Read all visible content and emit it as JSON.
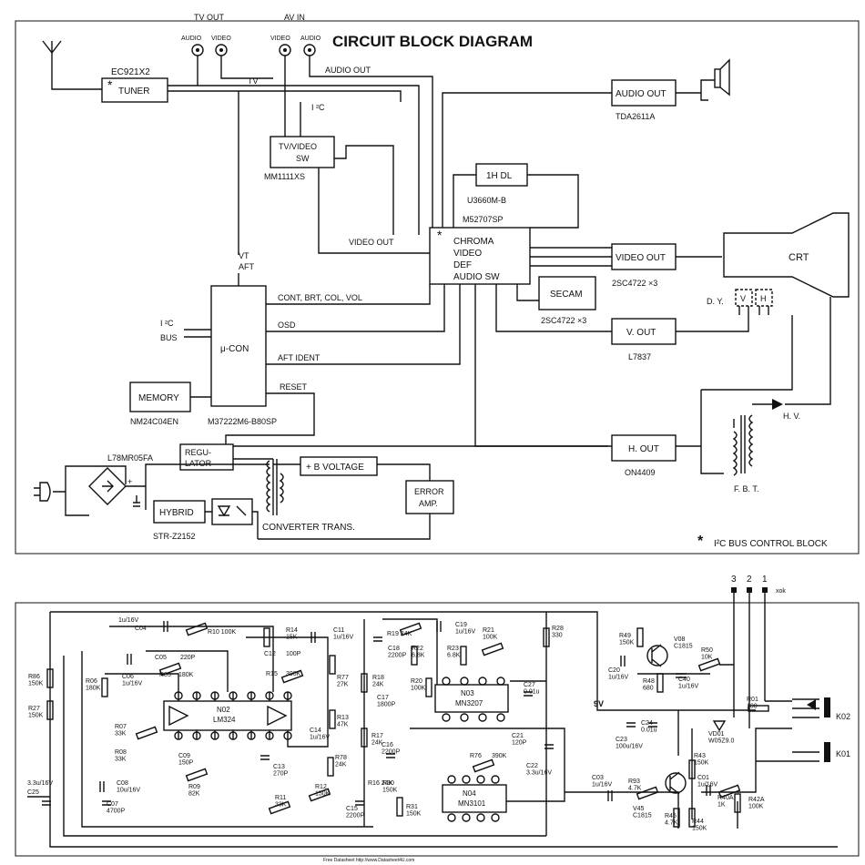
{
  "title": "CIRCUIT BLOCK DIAGRAM",
  "footnote": "I²C BUS CONTROL BLOCK",
  "footnote_star": "*",
  "watermark": "Free Datasheet http://www.Datasheet4U.com",
  "top_labels": {
    "tv_out": "TV OUT",
    "av_in": "AV IN",
    "audio1": "AUDIO",
    "video1": "VIDEO",
    "video2": "VIDEO",
    "audio2": "AUDIO",
    "audio_out_line": "AUDIO OUT",
    "tv_line": "TV",
    "i2c": "I ²C",
    "video_out_line": "VIDEO OUT",
    "vt_aft": "VT\nAFT",
    "cont": "CONT, BRT, COL, VOL",
    "osd": "OSD",
    "aft_ident": "AFT IDENT",
    "reset": "RESET",
    "i2c_bus": "I ²C\nBUS",
    "plus_b": "+ B VOLTAGE",
    "converter": "CONVERTER TRANS.",
    "dy": "D. Y.",
    "fbt": "F. B. T.",
    "hv": "H. V.",
    "v": "V",
    "h": "H"
  },
  "blocks": {
    "tuner": {
      "label": "TUNER",
      "part": "EC921X2",
      "star": "*"
    },
    "tvsw": {
      "label": "TV/VIDEO\nSW",
      "part": "MM1111XS"
    },
    "audioout": {
      "label": "AUDIO OUT",
      "part": "TDA2611A"
    },
    "hdl": {
      "label": "1H DL",
      "part": "U3660M-B"
    },
    "chroma": {
      "label": "CHROMA\nVIDEO\nDEF\nAUDIO SW",
      "part": "M52707SP",
      "star": "*"
    },
    "videoout": {
      "label": "VIDEO OUT",
      "part": "2SC4722 ×3"
    },
    "secam": {
      "label": "SECAM",
      "part": "2SC4722 ×3"
    },
    "crt": {
      "label": "CRT"
    },
    "vout": {
      "label": "V. OUT",
      "part": "L7837"
    },
    "mcon": {
      "label": "μ-CON",
      "part": "M37222M6-B80SP"
    },
    "memory": {
      "label": "MEMORY",
      "part": "NM24C04EN"
    },
    "regulator": {
      "label": "REGU-\nLATOR",
      "part": "L78MR05FA"
    },
    "hout": {
      "label": "H. OUT",
      "part": "ON4409"
    },
    "error": {
      "label": "ERROR\nAMP."
    },
    "hybrid": {
      "label": "HYBRID",
      "part": "STR-Z2152"
    }
  },
  "schematic": {
    "pins": [
      "3",
      "2",
      "1"
    ],
    "xok": "xok",
    "k02": "K02",
    "k01": "K01",
    "nine_v": "9V",
    "ics": [
      {
        "ref": "N02",
        "part": "LM324"
      },
      {
        "ref": "N03",
        "part": "MN3207"
      },
      {
        "ref": "N04",
        "part": "MN3101"
      }
    ],
    "parts": [
      "1u/16V",
      "C04",
      "R10 100K",
      "R14\n15K",
      "C11\n1u/16V",
      "C05",
      "220P",
      "C06\n1u/16V",
      "R05",
      "180K",
      "C12",
      "100P",
      "R15",
      "390K",
      "R77\n27K",
      "R13\n47K",
      "R86\n150K",
      "R06\n180K",
      "R27\n150K",
      "R07\n33K",
      "R08\n33K",
      "C09\n150P",
      "C08\n10u/16V",
      "C07\n4700P",
      "R09\n82K",
      "C14\n1u/16V",
      "C13\n270P",
      "R78\n24K",
      "R11\n33K",
      "R12\n150K",
      "C15\n2200P",
      "3.3u/16V",
      "C25",
      "R19 24K",
      "C19\n1u/16V",
      "R21\n100K",
      "C18\n2200P",
      "R22\n6.8K",
      "R23\n6.8K",
      "R18\n24K",
      "C17\n1800P",
      "R20\n100K",
      "R17\n24K",
      "C16\n2200P",
      "R16 24K",
      "R30\n150K",
      "R31\n150K",
      "R28\n330",
      "C27\n0.01u",
      "C21\n120P",
      "R76",
      "390K",
      "C22\n3.3u/16V",
      "R49\n150K",
      "V08\nC1815",
      "R50\n10K",
      "C20\n1u/16V",
      "R48\n680",
      "C40\n1u/16V",
      "C24\n0.01u",
      "C23\n100u/16V",
      "VD01\nW05Z9.0",
      "R01\n100",
      "R43\n150K",
      "C03\n1u/16V",
      "R93\n4.7K",
      "V45\nC1815",
      "R45\n4.7K",
      "R44\n150K",
      "C01\n1u/16V",
      "R40A\n1K",
      "R42A\n100K"
    ]
  }
}
